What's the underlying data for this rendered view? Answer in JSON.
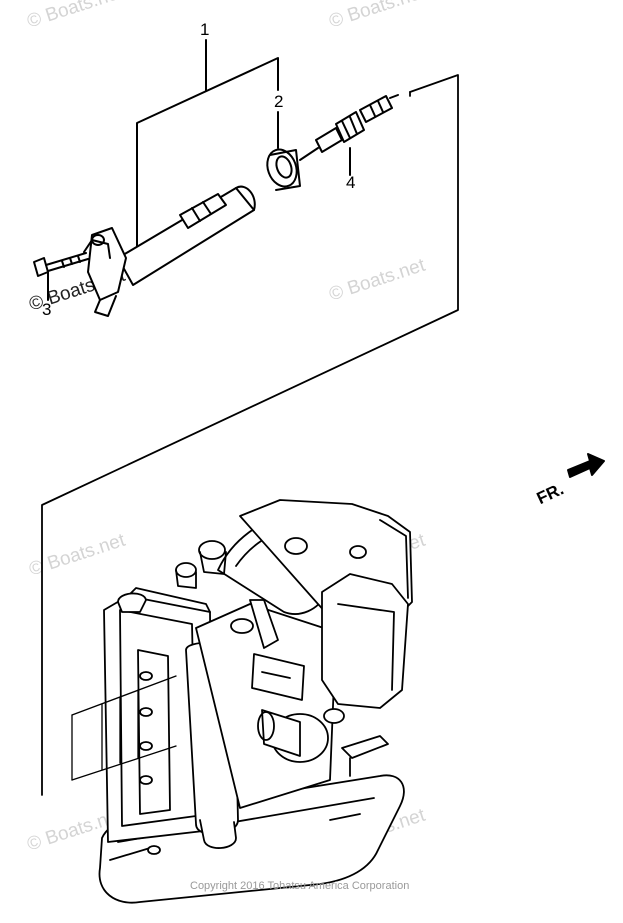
{
  "callouts": {
    "part_1": "1",
    "part_2": "2",
    "part_3": "3",
    "part_4": "4"
  },
  "direction": {
    "label": "FR.",
    "arrow_icon": "arrow-right-icon"
  },
  "watermark": {
    "text": "© Boats.net"
  },
  "footer": {
    "copyright": "Copyright 2016 Tohatsu America Corporation"
  },
  "colors": {
    "line": "#000000",
    "watermark": "#d4d4d4",
    "background": "#ffffff"
  }
}
